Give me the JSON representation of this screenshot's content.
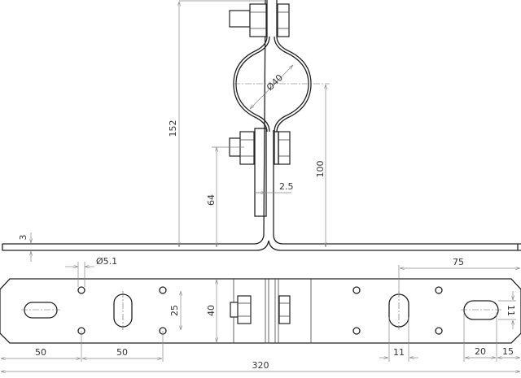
{
  "dimensions": {
    "height_total": "152",
    "ring_diameter": "Ø40",
    "axis_height": "100",
    "bolt_height": "64",
    "strip_thickness": "2.5",
    "plate_thickness": "3",
    "hole_diameter": "Ø5.1",
    "hole_spacing_vertical": "25",
    "plate_width": "40",
    "left_offset": "50",
    "hole_spacing_horizontal": "50",
    "total_length": "320",
    "right_slot_offset": "75",
    "slot_width": "11",
    "slot_length": "20",
    "end_offset": "15",
    "slot_height": "11"
  }
}
